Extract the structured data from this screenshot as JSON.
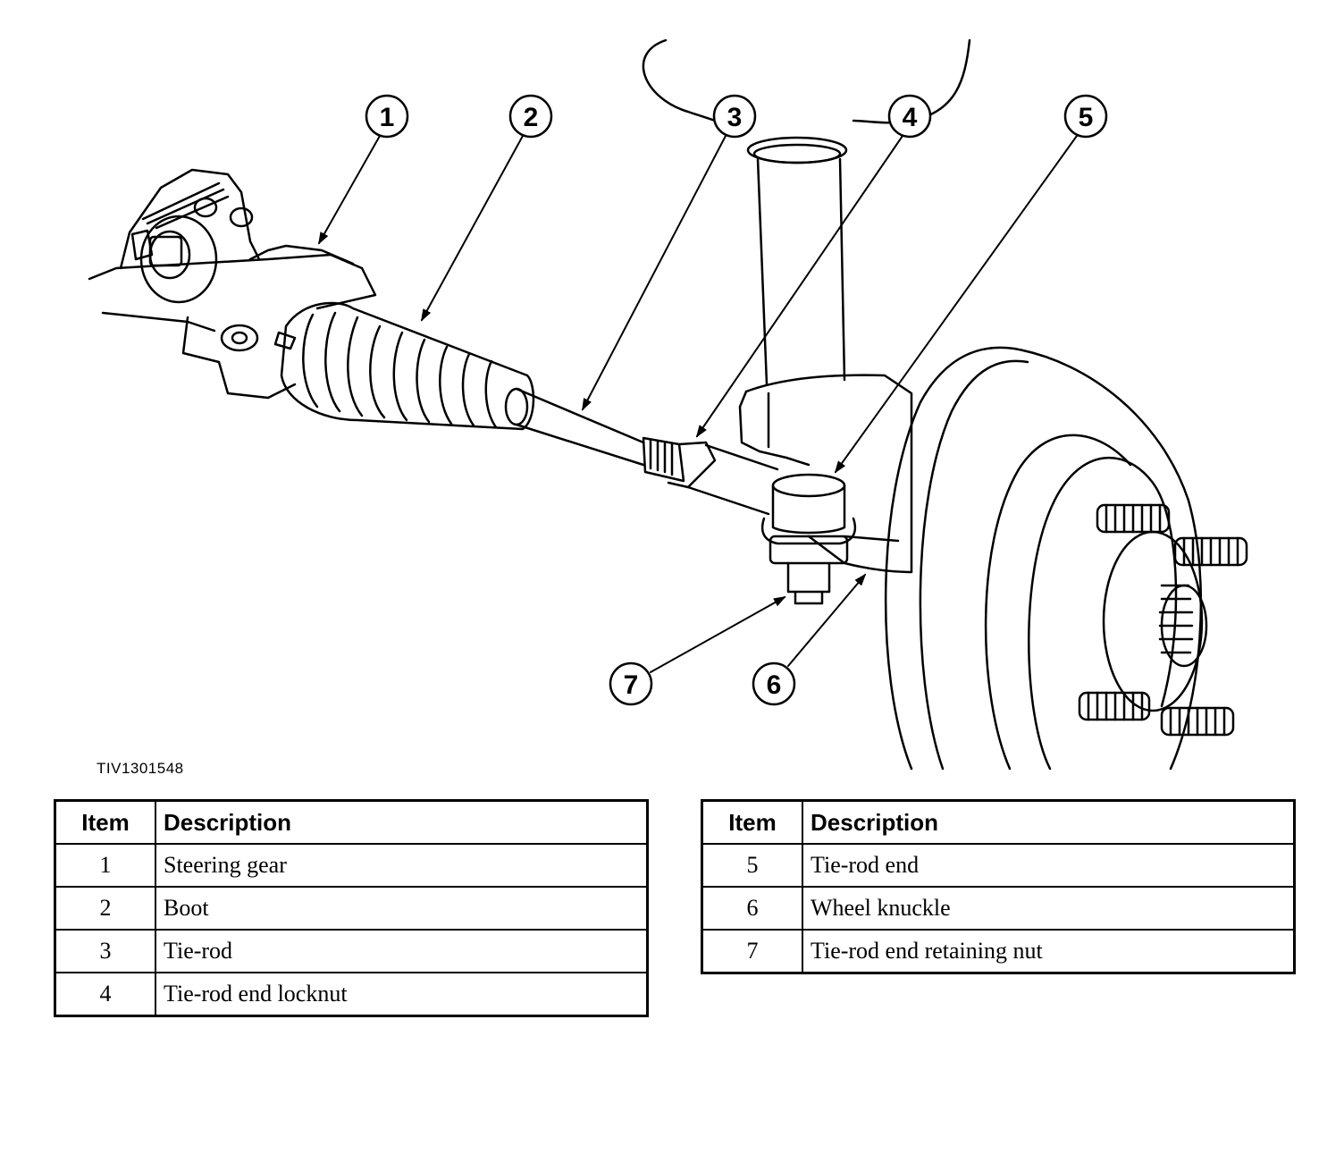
{
  "figure_id": "TIV1301548",
  "callouts": [
    "1",
    "2",
    "3",
    "4",
    "5",
    "6",
    "7"
  ],
  "legend": {
    "header_item": "Item",
    "header_description": "Description",
    "left_rows": [
      {
        "item": "1",
        "description": "Steering gear"
      },
      {
        "item": "2",
        "description": "Boot"
      },
      {
        "item": "3",
        "description": "Tie-rod"
      },
      {
        "item": "4",
        "description": "Tie-rod end locknut"
      }
    ],
    "right_rows": [
      {
        "item": "5",
        "description": "Tie-rod end"
      },
      {
        "item": "6",
        "description": "Wheel knuckle"
      },
      {
        "item": "7",
        "description": "Tie-rod end retaining nut"
      }
    ]
  }
}
